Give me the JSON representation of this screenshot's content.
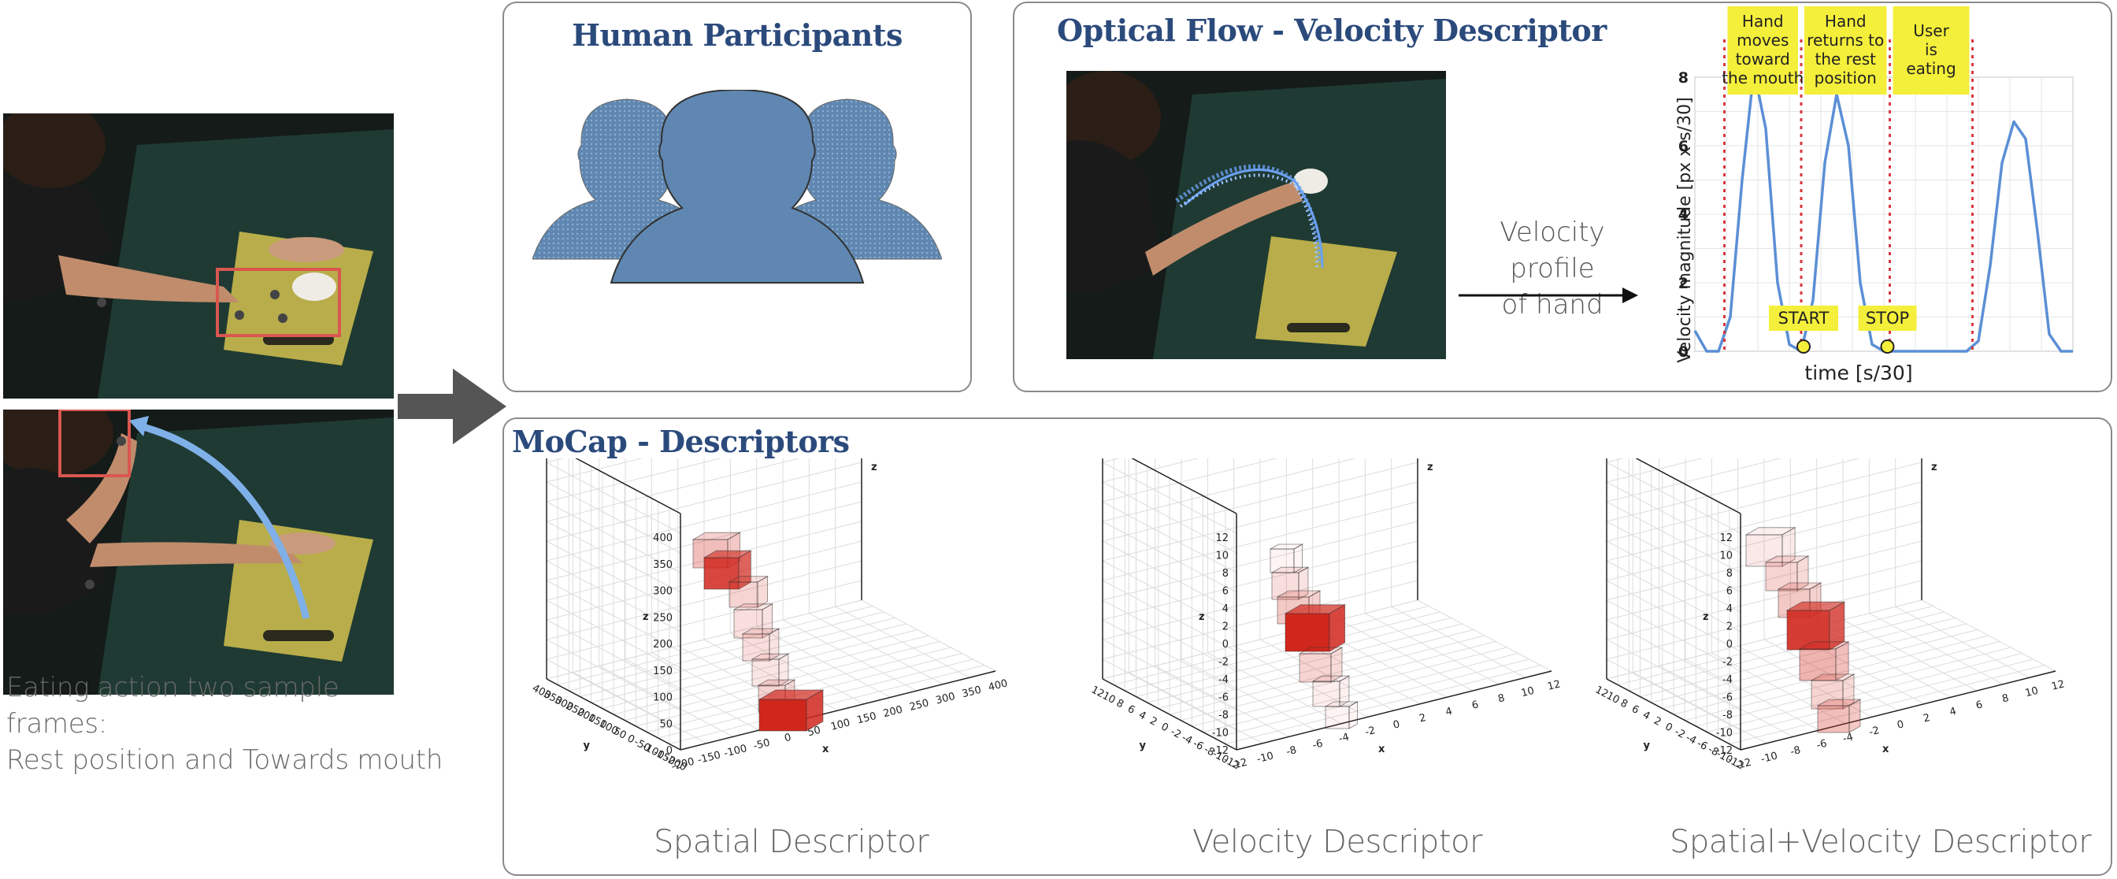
{
  "left_caption": {
    "line1": "Eating action two sample frames:",
    "line2": "Rest position and Towards mouth"
  },
  "panels": {
    "human": {
      "title": "Human Participants"
    },
    "optical": {
      "title": "Optical Flow - Velocity Descriptor",
      "velocity_label_line1": "Velocity profile",
      "velocity_label_line2": "of hand"
    },
    "mocap": {
      "title": "MoCap - Descriptors",
      "captions": [
        "Spatial Descriptor",
        "Velocity Descriptor",
        "Spatial+Velocity Descriptor"
      ]
    }
  },
  "chart_data": {
    "type": "line",
    "ylabel": "Velocity magnitude [px x s/30]",
    "xlabel": "time [s/30]",
    "ylim": [
      0,
      8
    ],
    "yticks": [
      "0",
      "2",
      "4",
      "6",
      "8"
    ],
    "series": [
      {
        "values": [
          0.6,
          0,
          0,
          1,
          5,
          8.2,
          6.5,
          2,
          0.2,
          0,
          1.5,
          5.5,
          7.5,
          6,
          2,
          0.2,
          0,
          0,
          0,
          0,
          0,
          0,
          0,
          0,
          0.3,
          2.5,
          5.5,
          6.7,
          6.2,
          3.5,
          0.5,
          0,
          0
        ]
      }
    ],
    "phase_labels": [
      {
        "lines": [
          "Hand",
          "moves",
          "toward",
          "the mouth"
        ]
      },
      {
        "lines": [
          "Hand",
          "returns to",
          "the rest",
          "position"
        ]
      },
      {
        "lines": [
          "User",
          "is",
          "eating"
        ]
      }
    ],
    "markers": [
      "START",
      "STOP"
    ],
    "grid": true,
    "colors": {
      "line": "#5b8fd6",
      "divider": "#d9363e",
      "label_bg": "#f4ef3a"
    }
  },
  "mocap_plots": [
    {
      "zticks": [
        "400",
        "350",
        "300",
        "250",
        "200",
        "150",
        "100",
        "50",
        "0"
      ],
      "xticks": [
        "-200",
        "-150",
        "-100",
        "-50",
        "0",
        "50",
        "100",
        "150",
        "200",
        "250",
        "300",
        "350",
        "400"
      ],
      "yticks": [
        "400",
        "350",
        "300",
        "250",
        "200",
        "150",
        "100",
        "50",
        "0",
        "-50",
        "-100",
        "-150",
        "-200"
      ],
      "axis_x": "x",
      "axis_y": "y",
      "axis_z": "z"
    },
    {
      "zticks": [
        "12",
        "10",
        "8",
        "6",
        "4",
        "2",
        "0",
        "-2",
        "-4",
        "-6",
        "-8",
        "-10",
        "-12"
      ],
      "xticks": [
        "-12",
        "-10",
        "-8",
        "-6",
        "-4",
        "-2",
        "0",
        "2",
        "4",
        "6",
        "8",
        "10",
        "12"
      ],
      "yticks": [
        "12",
        "10",
        "8",
        "6",
        "4",
        "2",
        "0",
        "-2",
        "-4",
        "-6",
        "-8",
        "-10",
        "-12"
      ],
      "axis_x": "x",
      "axis_y": "y",
      "axis_z": "z"
    },
    {
      "zticks": [
        "12",
        "10",
        "8",
        "6",
        "4",
        "2",
        "0",
        "-2",
        "-4",
        "-6",
        "-8",
        "-10",
        "-12"
      ],
      "xticks": [
        "-12",
        "-10",
        "-8",
        "-6",
        "-4",
        "-2",
        "0",
        "2",
        "4",
        "6",
        "8",
        "10",
        "12"
      ],
      "yticks": [
        "12",
        "10",
        "8",
        "6",
        "4",
        "2",
        "0",
        "-2",
        "-4",
        "-6",
        "-8",
        "-10",
        "-12"
      ],
      "axis_x": "x",
      "axis_y": "y",
      "axis_z": "z"
    }
  ],
  "colors": {
    "title_blue": "#2b4a7c",
    "silhouette": "#5f87b1",
    "voxel_red": "#d0271d",
    "arrow_gray": "#555555"
  },
  "icons": [
    "head-silhouette-icon",
    "right-arrow-icon",
    "curved-arrow-icon"
  ]
}
